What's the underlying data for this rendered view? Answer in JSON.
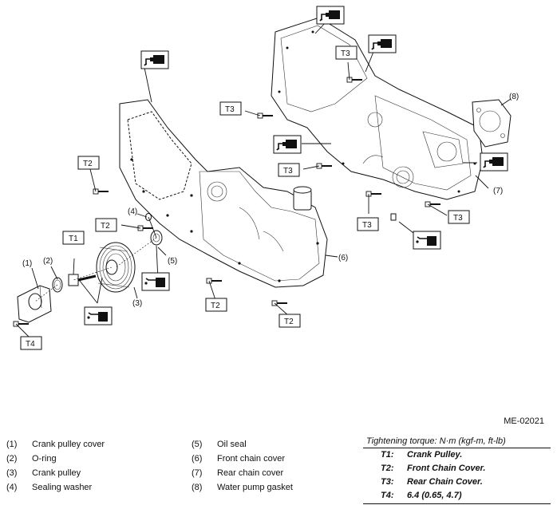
{
  "figure_code": "ME-02021",
  "callouts": {
    "p1": "(1)",
    "p2": "(2)",
    "p3": "(3)",
    "p4": "(4)",
    "p5": "(5)",
    "p6": "(6)",
    "p7": "(7)",
    "p8": "(8)"
  },
  "torque_tags": {
    "t1": "T1",
    "t2": "T2",
    "t3": "T3",
    "t4": "T4"
  },
  "icons": [
    "sealant-tube-icon",
    "oil-can-icon"
  ],
  "legend": {
    "left": [
      {
        "num": "(1)",
        "label": "Crank pulley cover"
      },
      {
        "num": "(2)",
        "label": "O-ring"
      },
      {
        "num": "(3)",
        "label": "Crank pulley"
      },
      {
        "num": "(4)",
        "label": "Sealing washer"
      }
    ],
    "mid": [
      {
        "num": "(5)",
        "label": "Oil seal"
      },
      {
        "num": "(6)",
        "label": "Front chain cover"
      },
      {
        "num": "(7)",
        "label": "Rear chain cover"
      },
      {
        "num": "(8)",
        "label": "Water pump gasket"
      }
    ]
  },
  "torque": {
    "title": "Tightening torque: N·m (kgf-m, ft-lb)",
    "rows": [
      {
        "key": "T1:",
        "value": "Crank Pulley."
      },
      {
        "key": "T2:",
        "value": "Front Chain Cover."
      },
      {
        "key": "T3:",
        "value": "Rear Chain Cover."
      },
      {
        "key": "T4:",
        "value": "6.4 (0.65, 4.7)"
      }
    ]
  }
}
